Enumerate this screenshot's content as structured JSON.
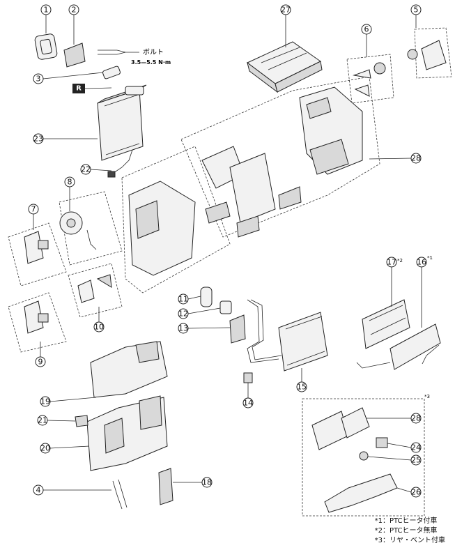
{
  "callouts": [
    {
      "num": "1"
    },
    {
      "num": "2"
    },
    {
      "num": "3"
    },
    {
      "num": "4"
    },
    {
      "num": "5"
    },
    {
      "num": "6"
    },
    {
      "num": "7"
    },
    {
      "num": "8"
    },
    {
      "num": "9"
    },
    {
      "num": "10"
    },
    {
      "num": "11"
    },
    {
      "num": "12"
    },
    {
      "num": "13"
    },
    {
      "num": "14"
    },
    {
      "num": "15"
    },
    {
      "num": "16"
    },
    {
      "num": "17"
    },
    {
      "num": "18"
    },
    {
      "num": "19"
    },
    {
      "num": "20"
    },
    {
      "num": "21"
    },
    {
      "num": "22"
    },
    {
      "num": "23"
    },
    {
      "num": "24"
    },
    {
      "num": "25"
    },
    {
      "num": "26"
    },
    {
      "num": "27"
    },
    {
      "num": "28"
    },
    {
      "num": "28"
    }
  ],
  "bolt": {
    "label": "ボルト",
    "torque": "3.5—5.5 N·m"
  },
  "r_badge": "R",
  "superscripts": {
    "s1": "*1",
    "s2": "*2",
    "s3": "*3"
  },
  "legend": [
    "*1：PTCヒータ付車",
    "*2：PTCヒータ無車",
    "*3：リヤ・ベント付車"
  ]
}
